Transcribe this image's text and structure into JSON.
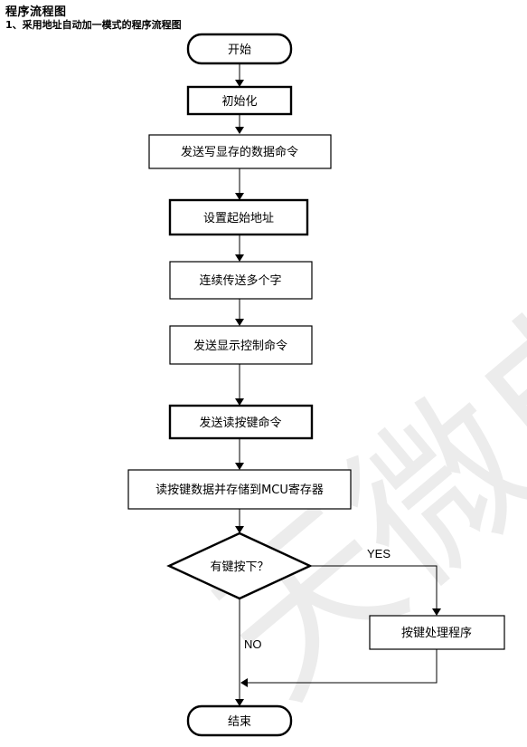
{
  "heading": "程序流程图",
  "subheading": "1、采用地址自动加一模式的程序流程图",
  "watermark": "天微电子",
  "nodes": {
    "start": "开始",
    "init": "初始化",
    "send_write_cmd": "发送写显存的数据命令",
    "set_start_addr": "设置起始地址",
    "send_bytes": "连续传送多个字",
    "send_display_ctrl": "发送显示控制命令",
    "send_read_key_cmd": "发送读按键命令",
    "read_key_data": "读按键数据并存储到MCU寄存器",
    "key_pressed": "有键按下？",
    "key_process": "按键处理程序",
    "end": "结束"
  },
  "labels": {
    "yes": "YES",
    "no": "NO"
  }
}
